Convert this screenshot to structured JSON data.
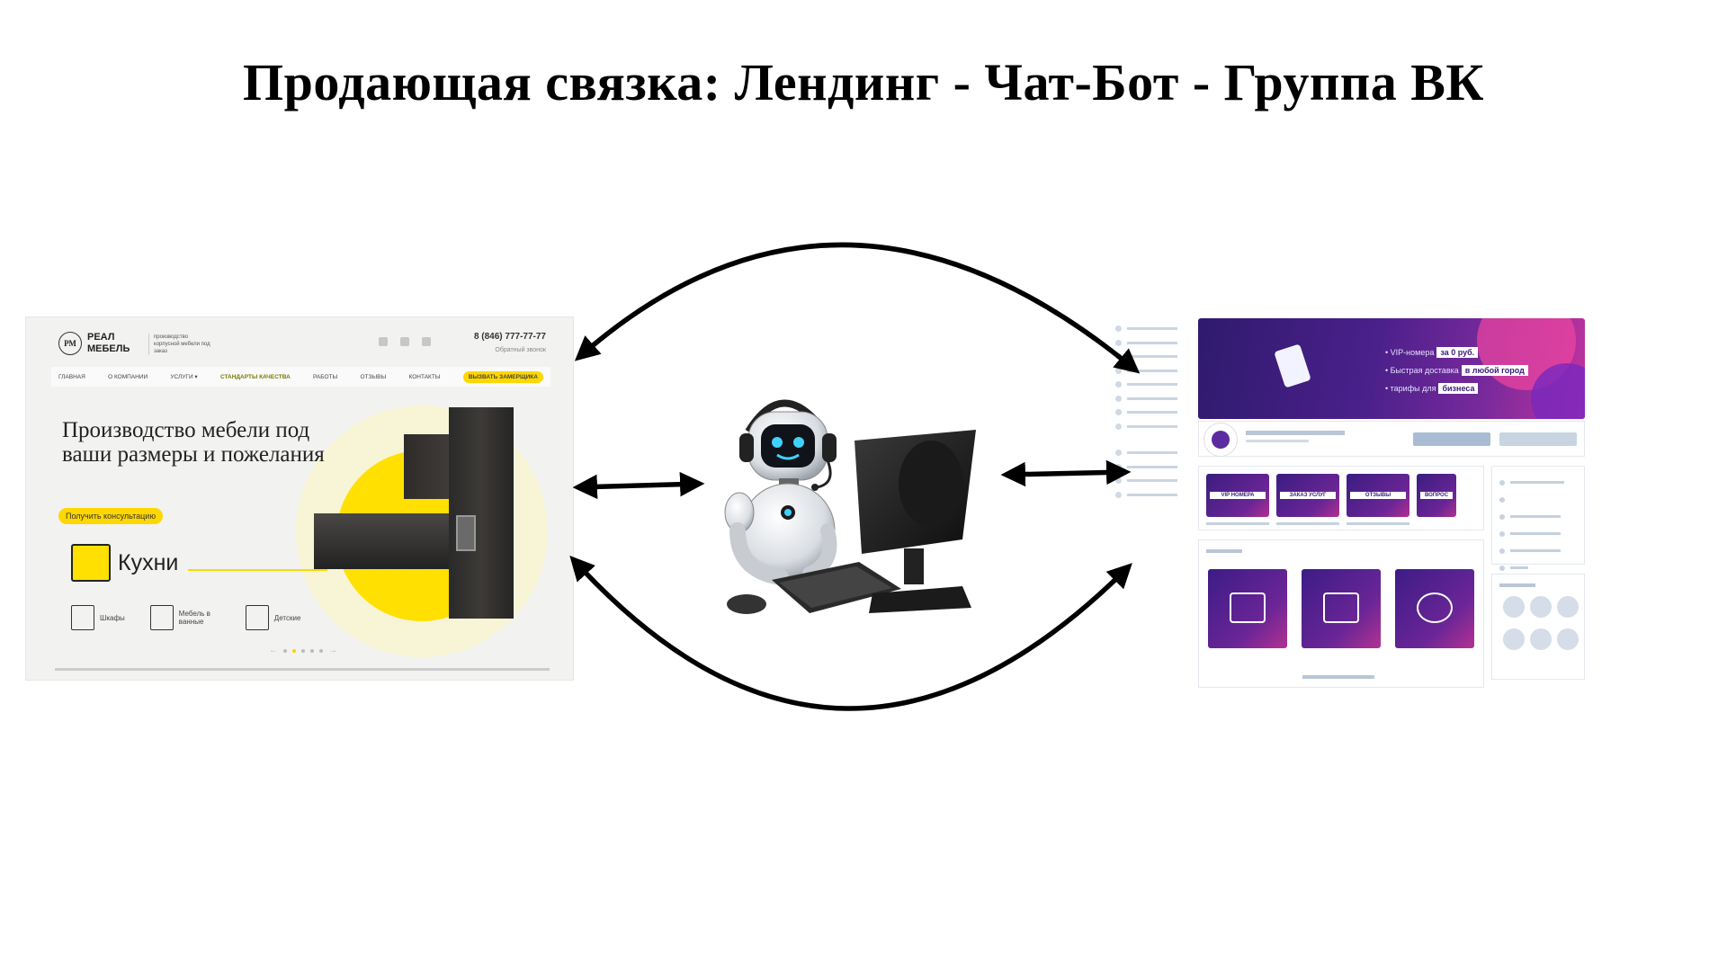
{
  "title": "Продающая связка: Лендинг - Чат-Бот - Группа ВК",
  "landing": {
    "logo_mark": "РМ",
    "logo_line1": "РЕАЛ",
    "logo_line2": "МЕБЕЛЬ",
    "tagline": "производство корпусной мебели под заказ",
    "phone": "8 (846) 777-77-77",
    "callback": "Обратный звонок",
    "nav": [
      "ГЛАВНАЯ",
      "О КОМПАНИИ",
      "УСЛУГИ ▾",
      "СТАНДАРТЫ КАЧЕСТВА",
      "РАБОТЫ",
      "ОТЗЫВЫ",
      "КОНТАКТЫ"
    ],
    "nav_button": "ВЫЗВАТЬ ЗАМЕРЩИКА",
    "hero": "Производство мебели под ваши размеры и пожелания",
    "cta": "Получить консультацию",
    "main_category": "Кухни",
    "categories": [
      "Шкафы",
      "Мебель в ванные",
      "Детские"
    ],
    "accent_color": "#ffd700"
  },
  "vk": {
    "cover_lines": [
      {
        "text": "• VIP-номера",
        "tag": "за 0 руб."
      },
      {
        "text": "• Быстрая доставка",
        "tag": "в любой город"
      },
      {
        "text": "• тарифы для",
        "tag": "бизнеса"
      }
    ],
    "menu_tiles": [
      "VIP НОМЕРА",
      "ЗАКАЗ УСЛУГ",
      "ОТЗЫВЫ",
      "ВОПРОС"
    ],
    "brand_color": "#4a208a"
  },
  "icons": {
    "robot": "robot-operator-icon",
    "arrows": "bidirectional-arrow-icon"
  }
}
